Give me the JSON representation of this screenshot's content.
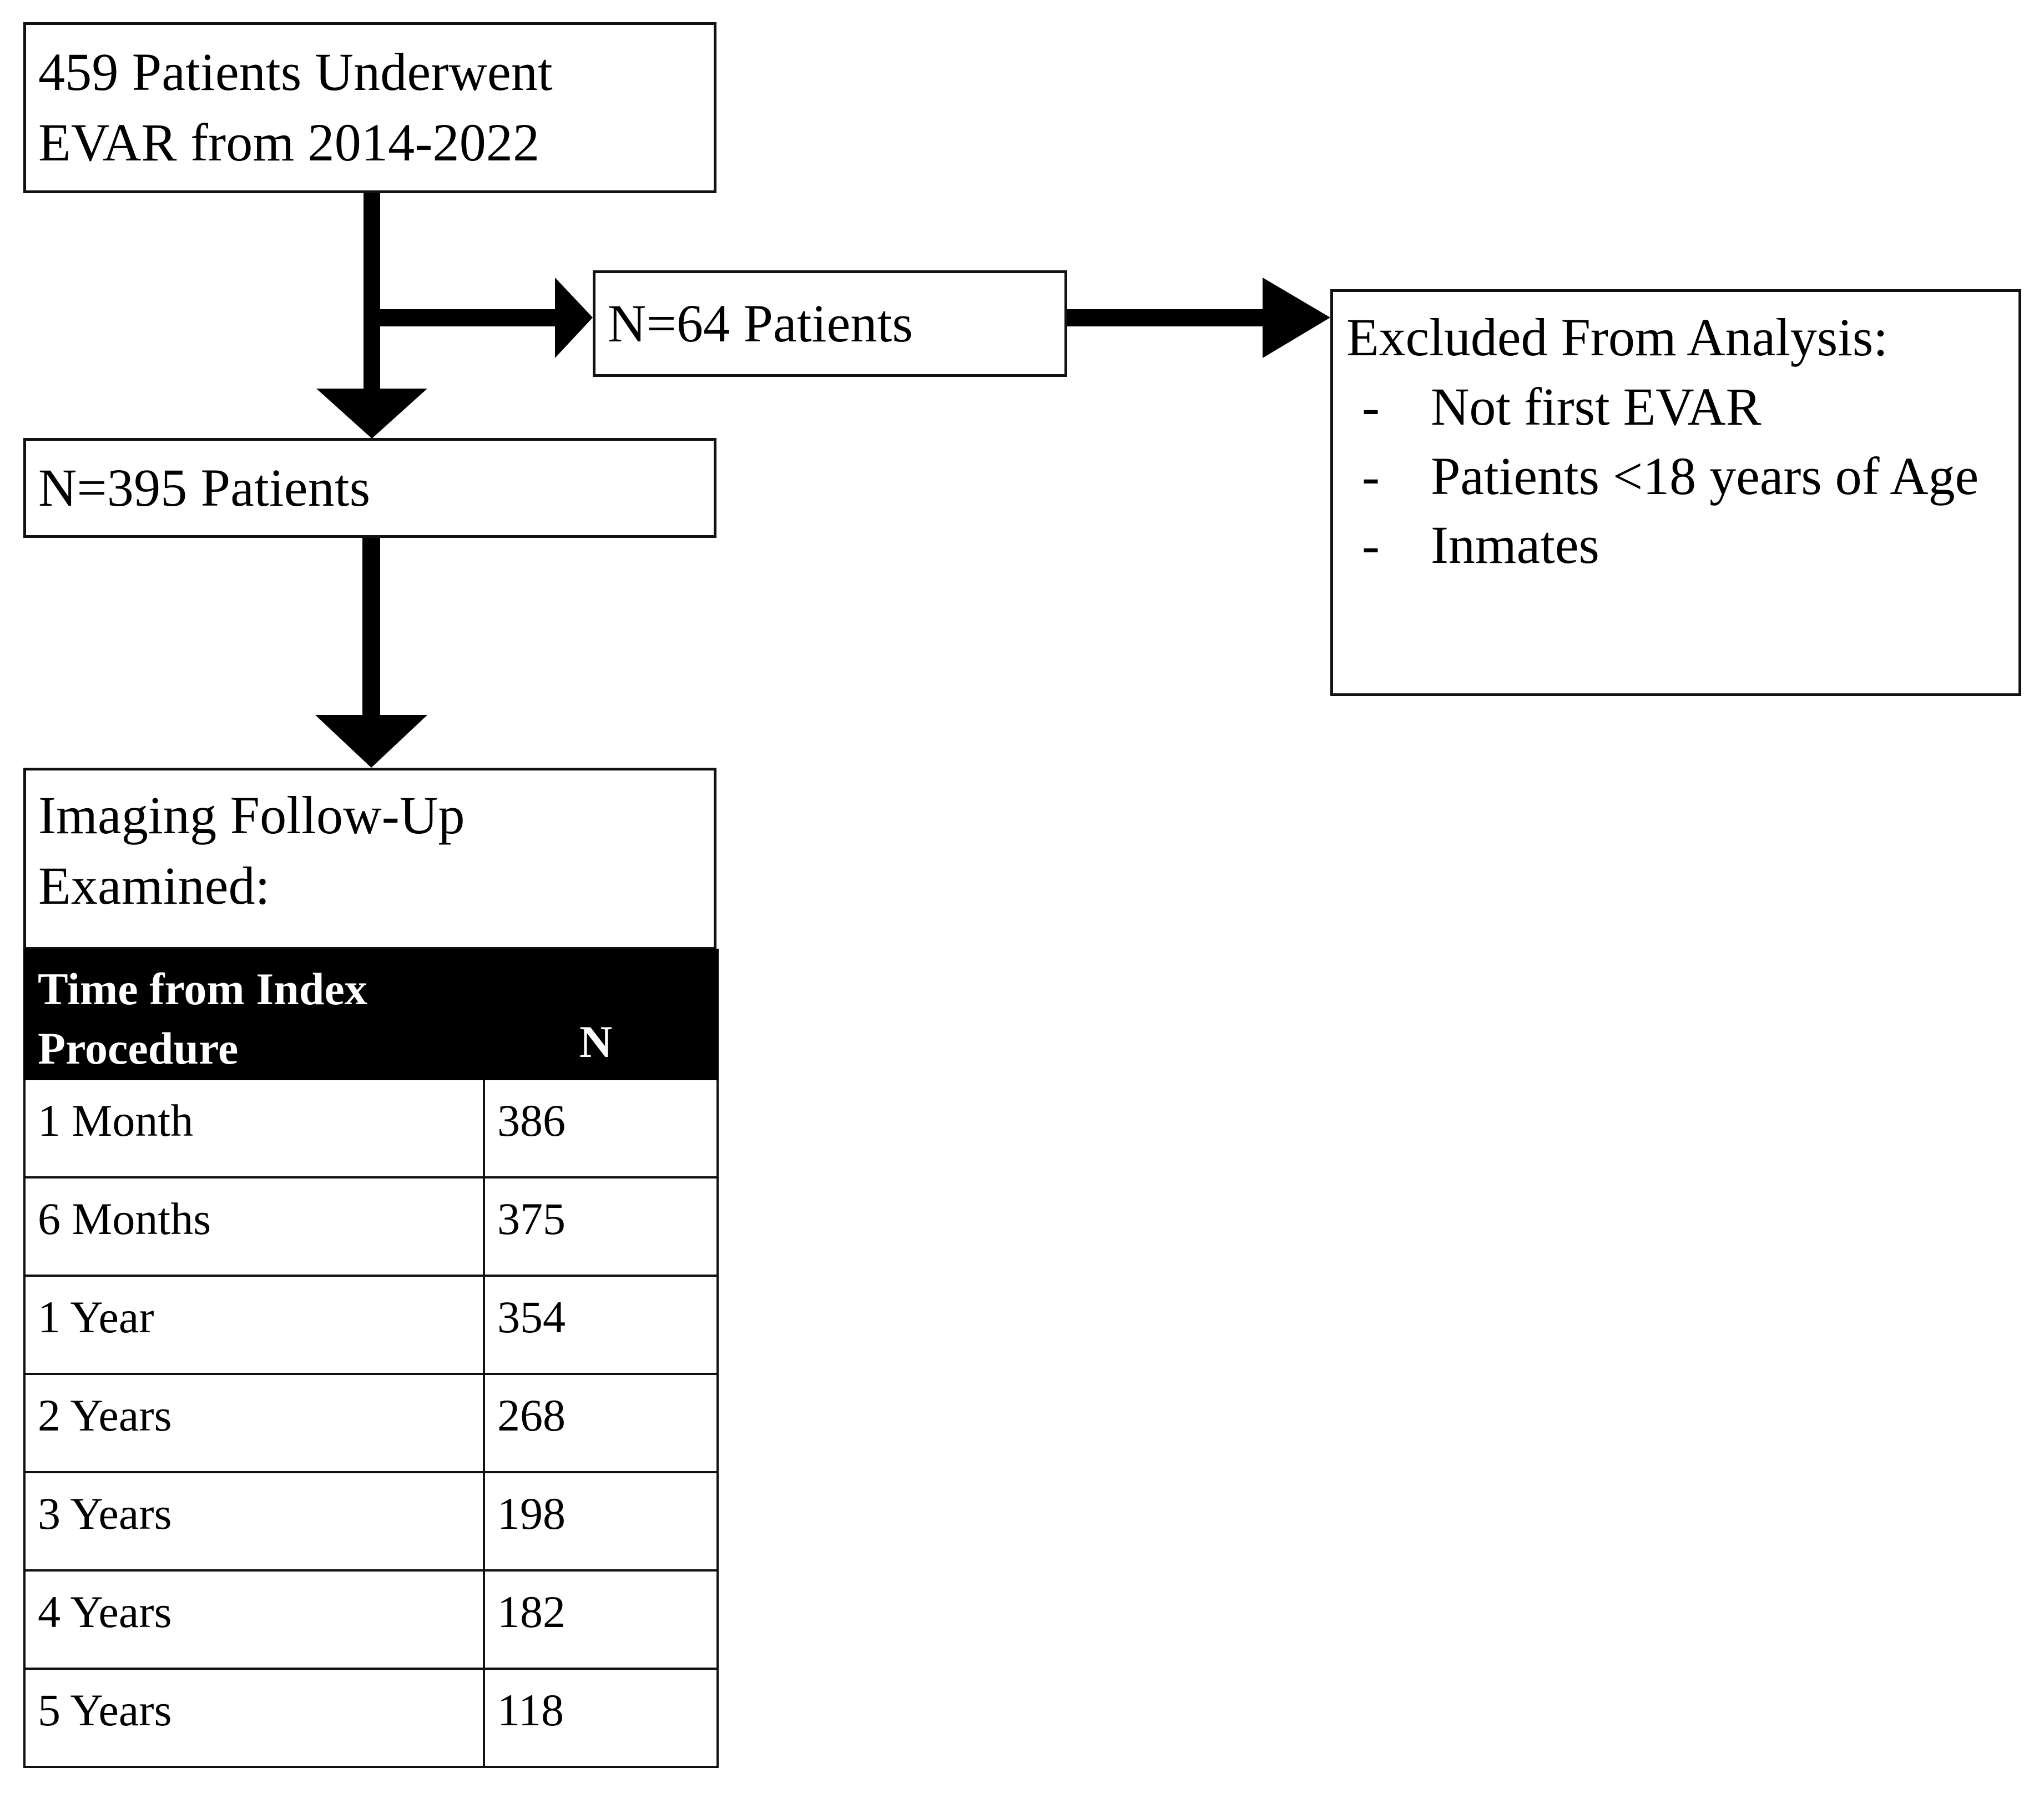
{
  "flow": {
    "start_box": {
      "label": "459 Patients Underwent\nEVAR from 2014-2022"
    },
    "excluded_count_box": {
      "label": "N=64 Patients"
    },
    "exclusion_box": {
      "title": "Excluded From Analysis:",
      "bullet_marker": "-",
      "items": [
        "Not first EVAR",
        "Patients <18 years of Age",
        "Inmates"
      ]
    },
    "included_box": {
      "label": "N=395 Patients"
    },
    "imaging_box": {
      "label": "Imaging Follow-Up\nExamined:"
    },
    "arrows": [
      {
        "name": "start-to-included",
        "direction": "down"
      },
      {
        "name": "start-to-excluded-count",
        "direction": "right"
      },
      {
        "name": "excluded-count-to-exclusion",
        "direction": "right"
      },
      {
        "name": "included-to-imaging",
        "direction": "down"
      }
    ]
  },
  "table": {
    "columns": [
      "Time from Index Procedure",
      "N"
    ],
    "rows": [
      {
        "time": "1 Month",
        "n": "386"
      },
      {
        "time": "6 Months",
        "n": "375"
      },
      {
        "time": "1 Year",
        "n": "354"
      },
      {
        "time": "2 Years",
        "n": "268"
      },
      {
        "time": "3 Years",
        "n": "198"
      },
      {
        "time": "4 Years",
        "n": "182"
      },
      {
        "time": "5 Years",
        "n": "118"
      }
    ]
  },
  "colors": {
    "stroke": "#111111",
    "header_background": "#000000",
    "header_text": "#ffffff",
    "page_background": "#ffffff"
  }
}
